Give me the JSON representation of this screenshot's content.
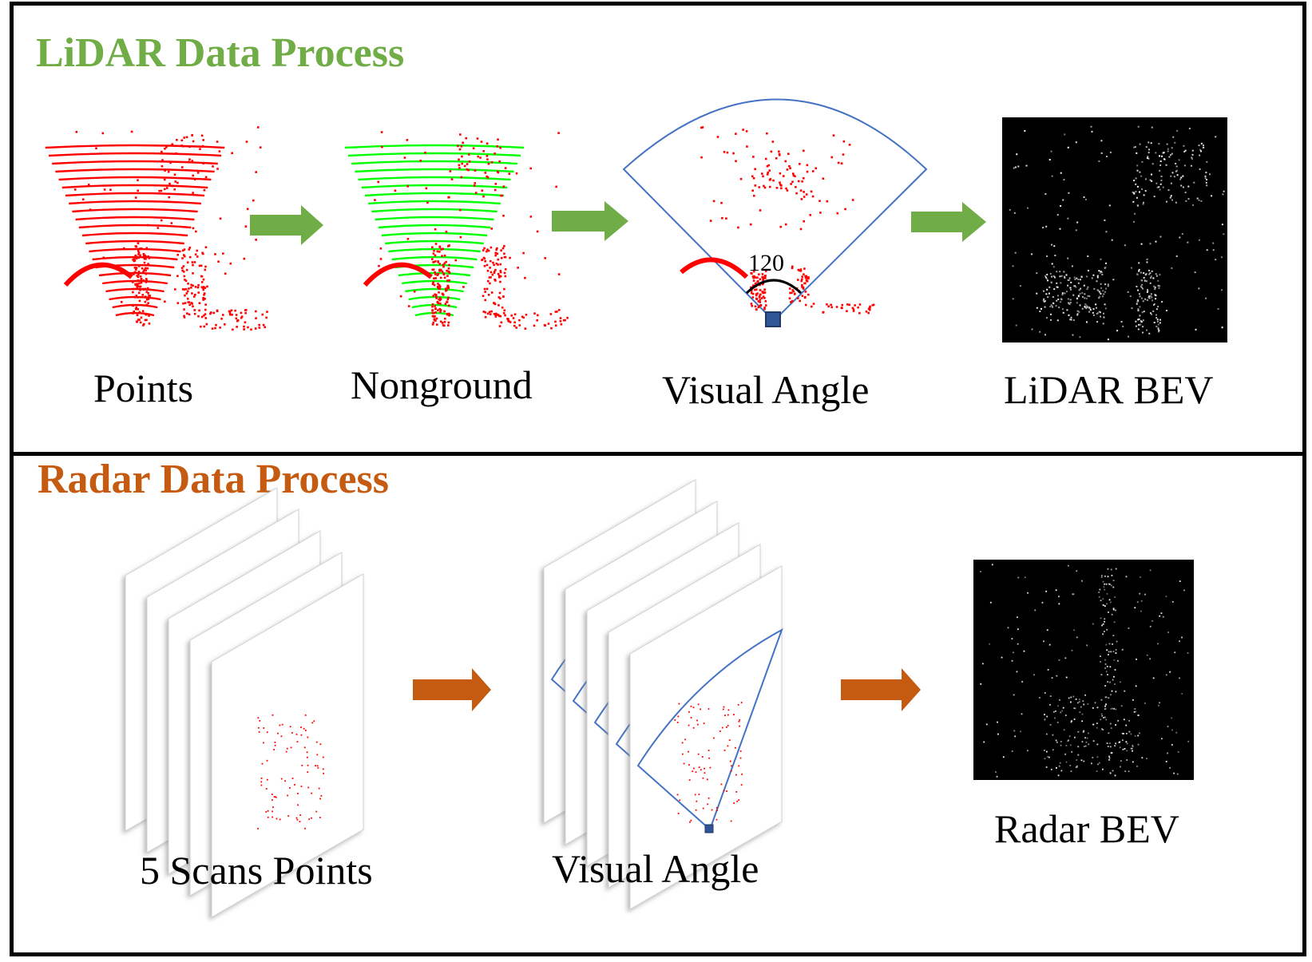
{
  "colors": {
    "lidar_accent": "#70ad47",
    "radar_accent": "#c55a11",
    "point_red": "#ff0000",
    "ground_green": "#00ff00",
    "sector_blue": "#4472c4",
    "sensor_fill": "#2f5597"
  },
  "lidar": {
    "title": "LiDAR Data Process",
    "steps": [
      {
        "label": "Points"
      },
      {
        "label": "Nonground"
      },
      {
        "label": "Visual Angle",
        "angle_label": "120"
      },
      {
        "label": "LiDAR BEV"
      }
    ]
  },
  "radar": {
    "title": "Radar Data Process",
    "steps": [
      {
        "label": "5 Scans Points"
      },
      {
        "label": "Visual Angle"
      },
      {
        "label": "Radar BEV"
      }
    ]
  },
  "icons": [
    "arrow-right-icon",
    "sensor-icon"
  ]
}
